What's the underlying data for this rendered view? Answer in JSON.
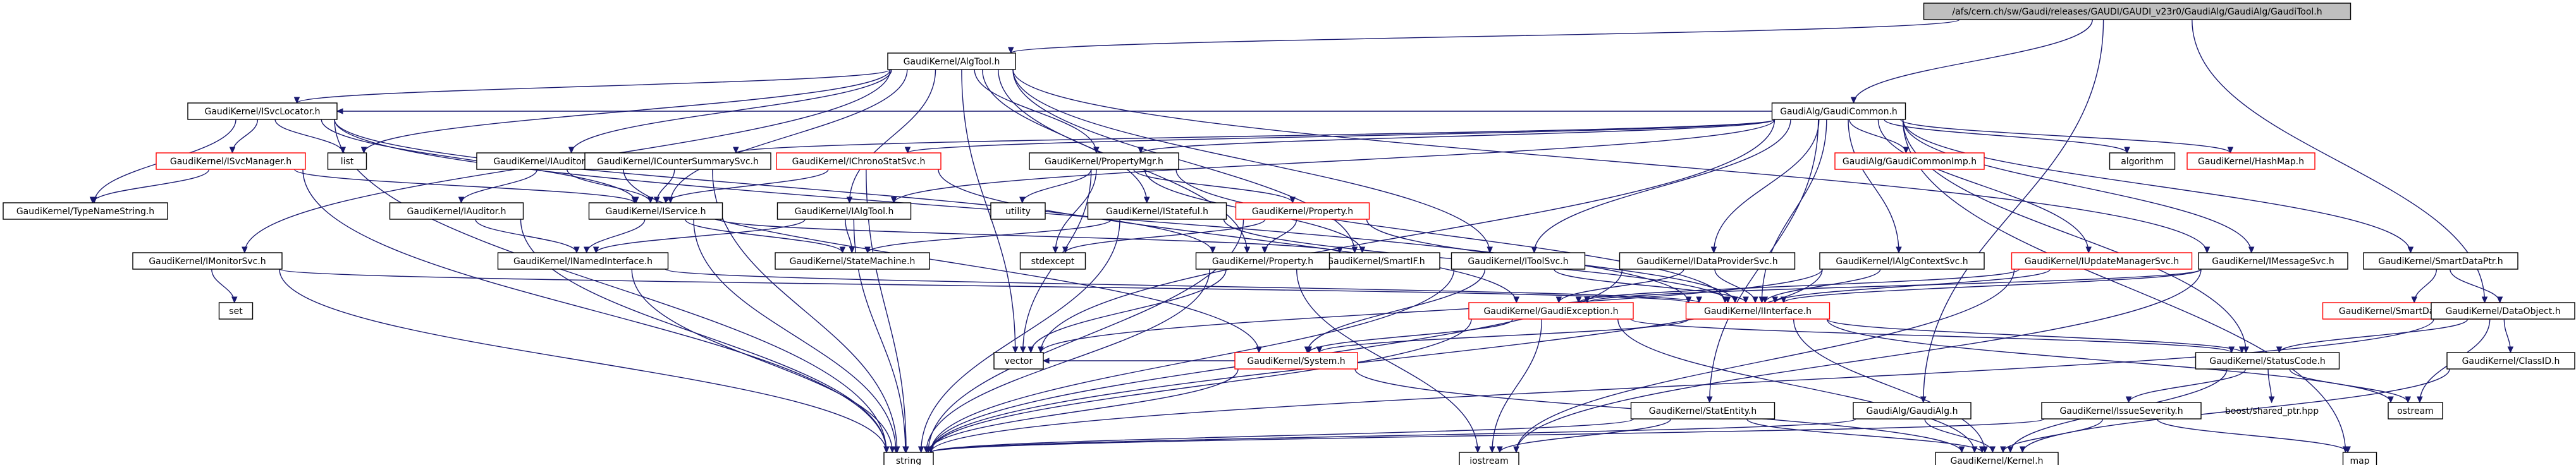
{
  "colors": {
    "edge": "#191970",
    "root_fill": "#bfbfbf",
    "missing_border": "#ff0000",
    "node_border": "#000000"
  },
  "nodes": [
    {
      "id": "root",
      "label": "/afs/cern.ch/sw/Gaudi/releases/GAUDI/GAUDI_v23r0/GaudiAlg/GaudiAlg/GaudiTool.h",
      "kind": "root"
    },
    {
      "id": "AlgTool",
      "label": "GaudiKernel/AlgTool.h",
      "kind": "normal"
    },
    {
      "id": "GaudiCommon",
      "label": "GaudiAlg/GaudiCommon.h",
      "kind": "normal"
    },
    {
      "id": "ISvcLocator",
      "label": "GaudiKernel/ISvcLocator.h",
      "kind": "normal"
    },
    {
      "id": "list",
      "label": "list",
      "kind": "normal"
    },
    {
      "id": "IAuditorSvc",
      "label": "GaudiKernel/IAuditorSvc.h",
      "kind": "normal"
    },
    {
      "id": "ISvcManager",
      "label": "GaudiKernel/ISvcManager.h",
      "kind": "missing"
    },
    {
      "id": "ICounterSummarySvc",
      "label": "GaudiKernel/ICounterSummarySvc.h",
      "kind": "normal"
    },
    {
      "id": "IChronoStatSvc",
      "label": "GaudiKernel/IChronoStatSvc.h",
      "kind": "missing"
    },
    {
      "id": "PropertyMgr",
      "label": "GaudiKernel/PropertyMgr.h",
      "kind": "normal"
    },
    {
      "id": "GaudiCommonImp",
      "label": "GaudiAlg/GaudiCommonImp.h",
      "kind": "missing"
    },
    {
      "id": "algorithm",
      "label": "algorithm",
      "kind": "normal"
    },
    {
      "id": "HashMap",
      "label": "GaudiKernel/HashMap.h",
      "kind": "missing"
    },
    {
      "id": "TypeNameString",
      "label": "GaudiKernel/TypeNameString.h",
      "kind": "normal"
    },
    {
      "id": "IAuditor",
      "label": "GaudiKernel/IAuditor.h",
      "kind": "normal"
    },
    {
      "id": "IService",
      "label": "GaudiKernel/IService.h",
      "kind": "normal"
    },
    {
      "id": "IAlgTool",
      "label": "GaudiKernel/IAlgTool.h",
      "kind": "normal"
    },
    {
      "id": "utility",
      "label": "utility",
      "kind": "normal"
    },
    {
      "id": "IStateful",
      "label": "GaudiKernel/IStateful.h",
      "kind": "normal"
    },
    {
      "id": "Property",
      "label": "GaudiKernel/Property.h",
      "kind": "missing"
    },
    {
      "id": "SmartDataPtr",
      "label": "GaudiKernel/SmartDataPtr.h",
      "kind": "normal"
    },
    {
      "id": "stdexcept",
      "label": "stdexcept",
      "kind": "normal"
    },
    {
      "id": "SmartIF",
      "label": "GaudiKernel/SmartIF.h",
      "kind": "normal"
    },
    {
      "id": "IMonitorSvc",
      "label": "GaudiKernel/IMonitorSvc.h",
      "kind": "normal"
    },
    {
      "id": "INamedInterface",
      "label": "GaudiKernel/INamedInterface.h",
      "kind": "normal"
    },
    {
      "id": "StateMachine",
      "label": "GaudiKernel/StateMachine.h",
      "kind": "normal"
    },
    {
      "id": "Propertyh",
      "label": "GaudiKernel/Property.h",
      "kind": "normal"
    },
    {
      "id": "IToolSvc",
      "label": "GaudiKernel/IToolSvc.h",
      "kind": "normal"
    },
    {
      "id": "IDataProviderSvc",
      "label": "GaudiKernel/IDataProviderSvc.h",
      "kind": "normal"
    },
    {
      "id": "IAlgContextSvc",
      "label": "GaudiKernel/IAlgContextSvc.h",
      "kind": "normal"
    },
    {
      "id": "IUpdateManagerSvc",
      "label": "GaudiKernel/IUpdateManagerSvc.h",
      "kind": "missing"
    },
    {
      "id": "IMessageSvc",
      "label": "GaudiKernel/IMessageSvc.h",
      "kind": "normal"
    },
    {
      "id": "SmartDataStorePtr",
      "label": "GaudiKernel/SmartDataStorePtr.h",
      "kind": "missing"
    },
    {
      "id": "DataObject",
      "label": "GaudiKernel/DataObject.h",
      "kind": "normal"
    },
    {
      "id": "set",
      "label": "set",
      "kind": "normal"
    },
    {
      "id": "GaudiException",
      "label": "GaudiKernel/GaudiException.h",
      "kind": "missing"
    },
    {
      "id": "IInterface",
      "label": "GaudiKernel/IInterface.h",
      "kind": "missing"
    },
    {
      "id": "System",
      "label": "GaudiKernel/System.h",
      "kind": "missing"
    },
    {
      "id": "StatusCode",
      "label": "GaudiKernel/StatusCode.h",
      "kind": "normal"
    },
    {
      "id": "ClassID",
      "label": "GaudiKernel/ClassID.h",
      "kind": "normal"
    },
    {
      "id": "vector",
      "label": "vector",
      "kind": "normal"
    },
    {
      "id": "boost_shared",
      "label": "boost/shared_ptr.hpp",
      "kind": "plain"
    },
    {
      "id": "ostream",
      "label": "ostream",
      "kind": "normal"
    },
    {
      "id": "StatEntity",
      "label": "GaudiKernel/StatEntity.h",
      "kind": "normal"
    },
    {
      "id": "GaudiAlgh",
      "label": "GaudiAlg/GaudiAlg.h",
      "kind": "normal"
    },
    {
      "id": "IssueSeverity",
      "label": "GaudiKernel/IssueSeverity.h",
      "kind": "normal"
    },
    {
      "id": "string",
      "label": "string",
      "kind": "normal"
    },
    {
      "id": "iostream",
      "label": "iostream",
      "kind": "normal"
    },
    {
      "id": "Kernel",
      "label": "GaudiKernel/Kernel.h",
      "kind": "normal"
    },
    {
      "id": "map",
      "label": "map",
      "kind": "normal"
    }
  ],
  "edges": [
    [
      "root",
      "AlgTool"
    ],
    [
      "root",
      "GaudiCommon"
    ],
    [
      "root",
      "DataObject"
    ],
    [
      "root",
      "GaudiAlgh"
    ],
    [
      "AlgTool",
      "ISvcLocator"
    ],
    [
      "AlgTool",
      "list"
    ],
    [
      "AlgTool",
      "IAuditorSvc"
    ],
    [
      "AlgTool",
      "PropertyMgr"
    ],
    [
      "AlgTool",
      "IAlgTool"
    ],
    [
      "AlgTool",
      "IService"
    ],
    [
      "AlgTool",
      "IStateful"
    ],
    [
      "AlgTool",
      "Propertyh"
    ],
    [
      "AlgTool",
      "IToolSvc"
    ],
    [
      "AlgTool",
      "IMonitorSvc"
    ],
    [
      "AlgTool",
      "SmartIF"
    ],
    [
      "AlgTool",
      "vector"
    ],
    [
      "AlgTool",
      "IMessageSvc"
    ],
    [
      "GaudiCommon",
      "GaudiCommonImp"
    ],
    [
      "GaudiCommon",
      "algorithm"
    ],
    [
      "GaudiCommon",
      "HashMap"
    ],
    [
      "GaudiCommon",
      "ICounterSummarySvc"
    ],
    [
      "GaudiCommon",
      "IChronoStatSvc"
    ],
    [
      "GaudiCommon",
      "PropertyMgr"
    ],
    [
      "GaudiCommon",
      "ISvcLocator"
    ],
    [
      "GaudiCommon",
      "IAlgContextSvc"
    ],
    [
      "GaudiCommon",
      "IDataProviderSvc"
    ],
    [
      "GaudiCommon",
      "IUpdateManagerSvc"
    ],
    [
      "GaudiCommon",
      "IMessageSvc"
    ],
    [
      "GaudiCommon",
      "SmartDataPtr"
    ],
    [
      "GaudiCommon",
      "IToolSvc"
    ],
    [
      "GaudiCommon",
      "IAlgTool"
    ],
    [
      "GaudiCommon",
      "IInterface"
    ],
    [
      "GaudiCommon",
      "StatEntity"
    ],
    [
      "GaudiCommon",
      "StatusCode"
    ],
    [
      "GaudiCommon",
      "vector"
    ],
    [
      "GaudiCommon",
      "map"
    ],
    [
      "ISvcLocator",
      "ISvcManager"
    ],
    [
      "ISvcLocator",
      "TypeNameString"
    ],
    [
      "ISvcLocator",
      "list"
    ],
    [
      "ISvcLocator",
      "string"
    ],
    [
      "ISvcLocator",
      "IService"
    ],
    [
      "ISvcLocator",
      "Propertyh"
    ],
    [
      "ISvcLocator",
      "IInterface"
    ],
    [
      "ISvcManager",
      "TypeNameString"
    ],
    [
      "ISvcManager",
      "IService"
    ],
    [
      "ISvcManager",
      "string"
    ],
    [
      "IAuditorSvc",
      "IAuditor"
    ],
    [
      "IAuditorSvc",
      "IService"
    ],
    [
      "IAuditorSvc",
      "System"
    ],
    [
      "IAuditor",
      "INamedInterface"
    ],
    [
      "IAuditor",
      "string"
    ],
    [
      "ICounterSummarySvc",
      "IService"
    ],
    [
      "ICounterSummarySvc",
      "string"
    ],
    [
      "IChronoStatSvc",
      "IService"
    ],
    [
      "IChronoStatSvc",
      "GaudiException"
    ],
    [
      "IChronoStatSvc",
      "string"
    ],
    [
      "IService",
      "INamedInterface"
    ],
    [
      "IService",
      "StateMachine"
    ],
    [
      "IService",
      "SmartIF"
    ],
    [
      "IService",
      "string"
    ],
    [
      "PropertyMgr",
      "Property"
    ],
    [
      "PropertyMgr",
      "utility"
    ],
    [
      "PropertyMgr",
      "stdexcept"
    ],
    [
      "PropertyMgr",
      "vector"
    ],
    [
      "PropertyMgr",
      "SmartIF"
    ],
    [
      "PropertyMgr",
      "IInterface"
    ],
    [
      "IAlgTool",
      "StateMachine"
    ],
    [
      "IAlgTool",
      "string"
    ],
    [
      "IAlgTool",
      "INamedInterface"
    ],
    [
      "IStateful",
      "StateMachine"
    ],
    [
      "IStateful",
      "IInterface"
    ],
    [
      "IStateful",
      "string"
    ],
    [
      "Property",
      "Propertyh"
    ],
    [
      "Property",
      "IInterface"
    ],
    [
      "Property",
      "stdexcept"
    ],
    [
      "Property",
      "string"
    ],
    [
      "Propertyh",
      "string"
    ],
    [
      "Propertyh",
      "vector"
    ],
    [
      "Propertyh",
      "iostream"
    ],
    [
      "IMonitorSvc",
      "set"
    ],
    [
      "IMonitorSvc",
      "string"
    ],
    [
      "IMonitorSvc",
      "IInterface"
    ],
    [
      "INamedInterface",
      "string"
    ],
    [
      "INamedInterface",
      "IInterface"
    ],
    [
      "IToolSvc",
      "System"
    ],
    [
      "IToolSvc",
      "string"
    ],
    [
      "IToolSvc",
      "IInterface"
    ],
    [
      "IDataProviderSvc",
      "GaudiException"
    ],
    [
      "IDataProviderSvc",
      "string"
    ],
    [
      "IDataProviderSvc",
      "IInterface"
    ],
    [
      "IAlgContextSvc",
      "vector"
    ],
    [
      "IAlgContextSvc",
      "IInterface"
    ],
    [
      "IAlgContextSvc",
      "string"
    ],
    [
      "IUpdateManagerSvc",
      "GaudiException"
    ],
    [
      "IUpdateManagerSvc",
      "IInterface"
    ],
    [
      "IUpdateManagerSvc",
      "iostream"
    ],
    [
      "IMessageSvc",
      "iostream"
    ],
    [
      "IMessageSvc",
      "GaudiException"
    ],
    [
      "IMessageSvc",
      "IInterface"
    ],
    [
      "SmartDataPtr",
      "SmartDataStorePtr"
    ],
    [
      "SmartDataPtr",
      "DataObject"
    ],
    [
      "DataObject",
      "ClassID"
    ],
    [
      "DataObject",
      "StatusCode"
    ],
    [
      "DataObject",
      "ostream"
    ],
    [
      "DataObject",
      "string"
    ],
    [
      "GaudiException",
      "System"
    ],
    [
      "GaudiException",
      "StatusCode"
    ],
    [
      "GaudiException",
      "iostream"
    ],
    [
      "GaudiException",
      "string"
    ],
    [
      "GaudiException",
      "Kernel"
    ],
    [
      "IInterface",
      "System"
    ],
    [
      "IInterface",
      "StatusCode"
    ],
    [
      "IInterface",
      "Kernel"
    ],
    [
      "IInterface",
      "ostream"
    ],
    [
      "System",
      "vector"
    ],
    [
      "System",
      "string"
    ],
    [
      "System",
      "Kernel"
    ],
    [
      "StatusCode",
      "IssueSeverity"
    ],
    [
      "StatusCode",
      "boost_shared"
    ],
    [
      "StatusCode",
      "ostream"
    ],
    [
      "StatusCode",
      "Kernel"
    ],
    [
      "ClassID",
      "Kernel"
    ],
    [
      "StatEntity",
      "string"
    ],
    [
      "StatEntity",
      "iostream"
    ],
    [
      "StatEntity",
      "Kernel"
    ],
    [
      "GaudiAlgh",
      "string"
    ],
    [
      "GaudiAlgh",
      "Kernel"
    ],
    [
      "IssueSeverity",
      "string"
    ],
    [
      "IssueSeverity",
      "map"
    ],
    [
      "IssueSeverity",
      "Kernel"
    ]
  ]
}
